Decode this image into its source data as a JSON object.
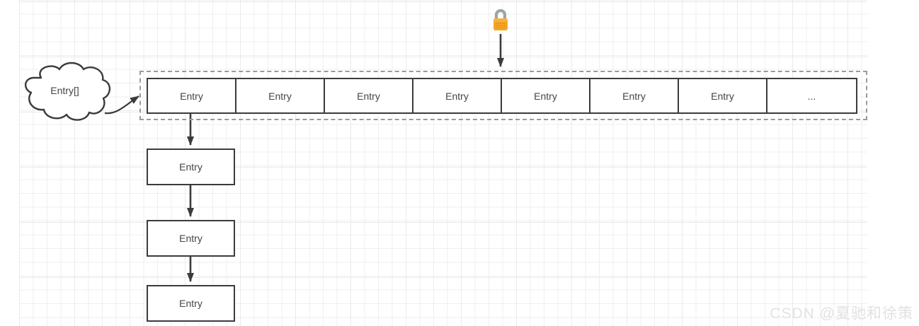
{
  "diagram": {
    "title": "HashMap Entry array with linked chain and lock",
    "background_color": "#ffffff",
    "grid_color": "#efefef",
    "stroke_color": "#3b3b3b",
    "dashed_color": "#9a9a9a",
    "text_color": "#444444"
  },
  "cloud": {
    "label": "Entry[]",
    "icon": "cloud-shape"
  },
  "array": {
    "container_style": "dashed",
    "cells": [
      {
        "label": "Entry"
      },
      {
        "label": "Entry"
      },
      {
        "label": "Entry"
      },
      {
        "label": "Entry"
      },
      {
        "label": "Entry"
      },
      {
        "label": "Entry"
      },
      {
        "label": "Entry"
      },
      {
        "label": "..."
      }
    ]
  },
  "chain": {
    "boxes": [
      {
        "label": "Entry"
      },
      {
        "label": "Entry"
      },
      {
        "label": "Entry"
      }
    ]
  },
  "lock": {
    "icon": "padlock-icon",
    "body_color": "#f5a623",
    "shackle_color": "#9aa5a5"
  },
  "watermark": {
    "text": "CSDN @夏驰和徐策",
    "color": "#e2e2e2"
  }
}
